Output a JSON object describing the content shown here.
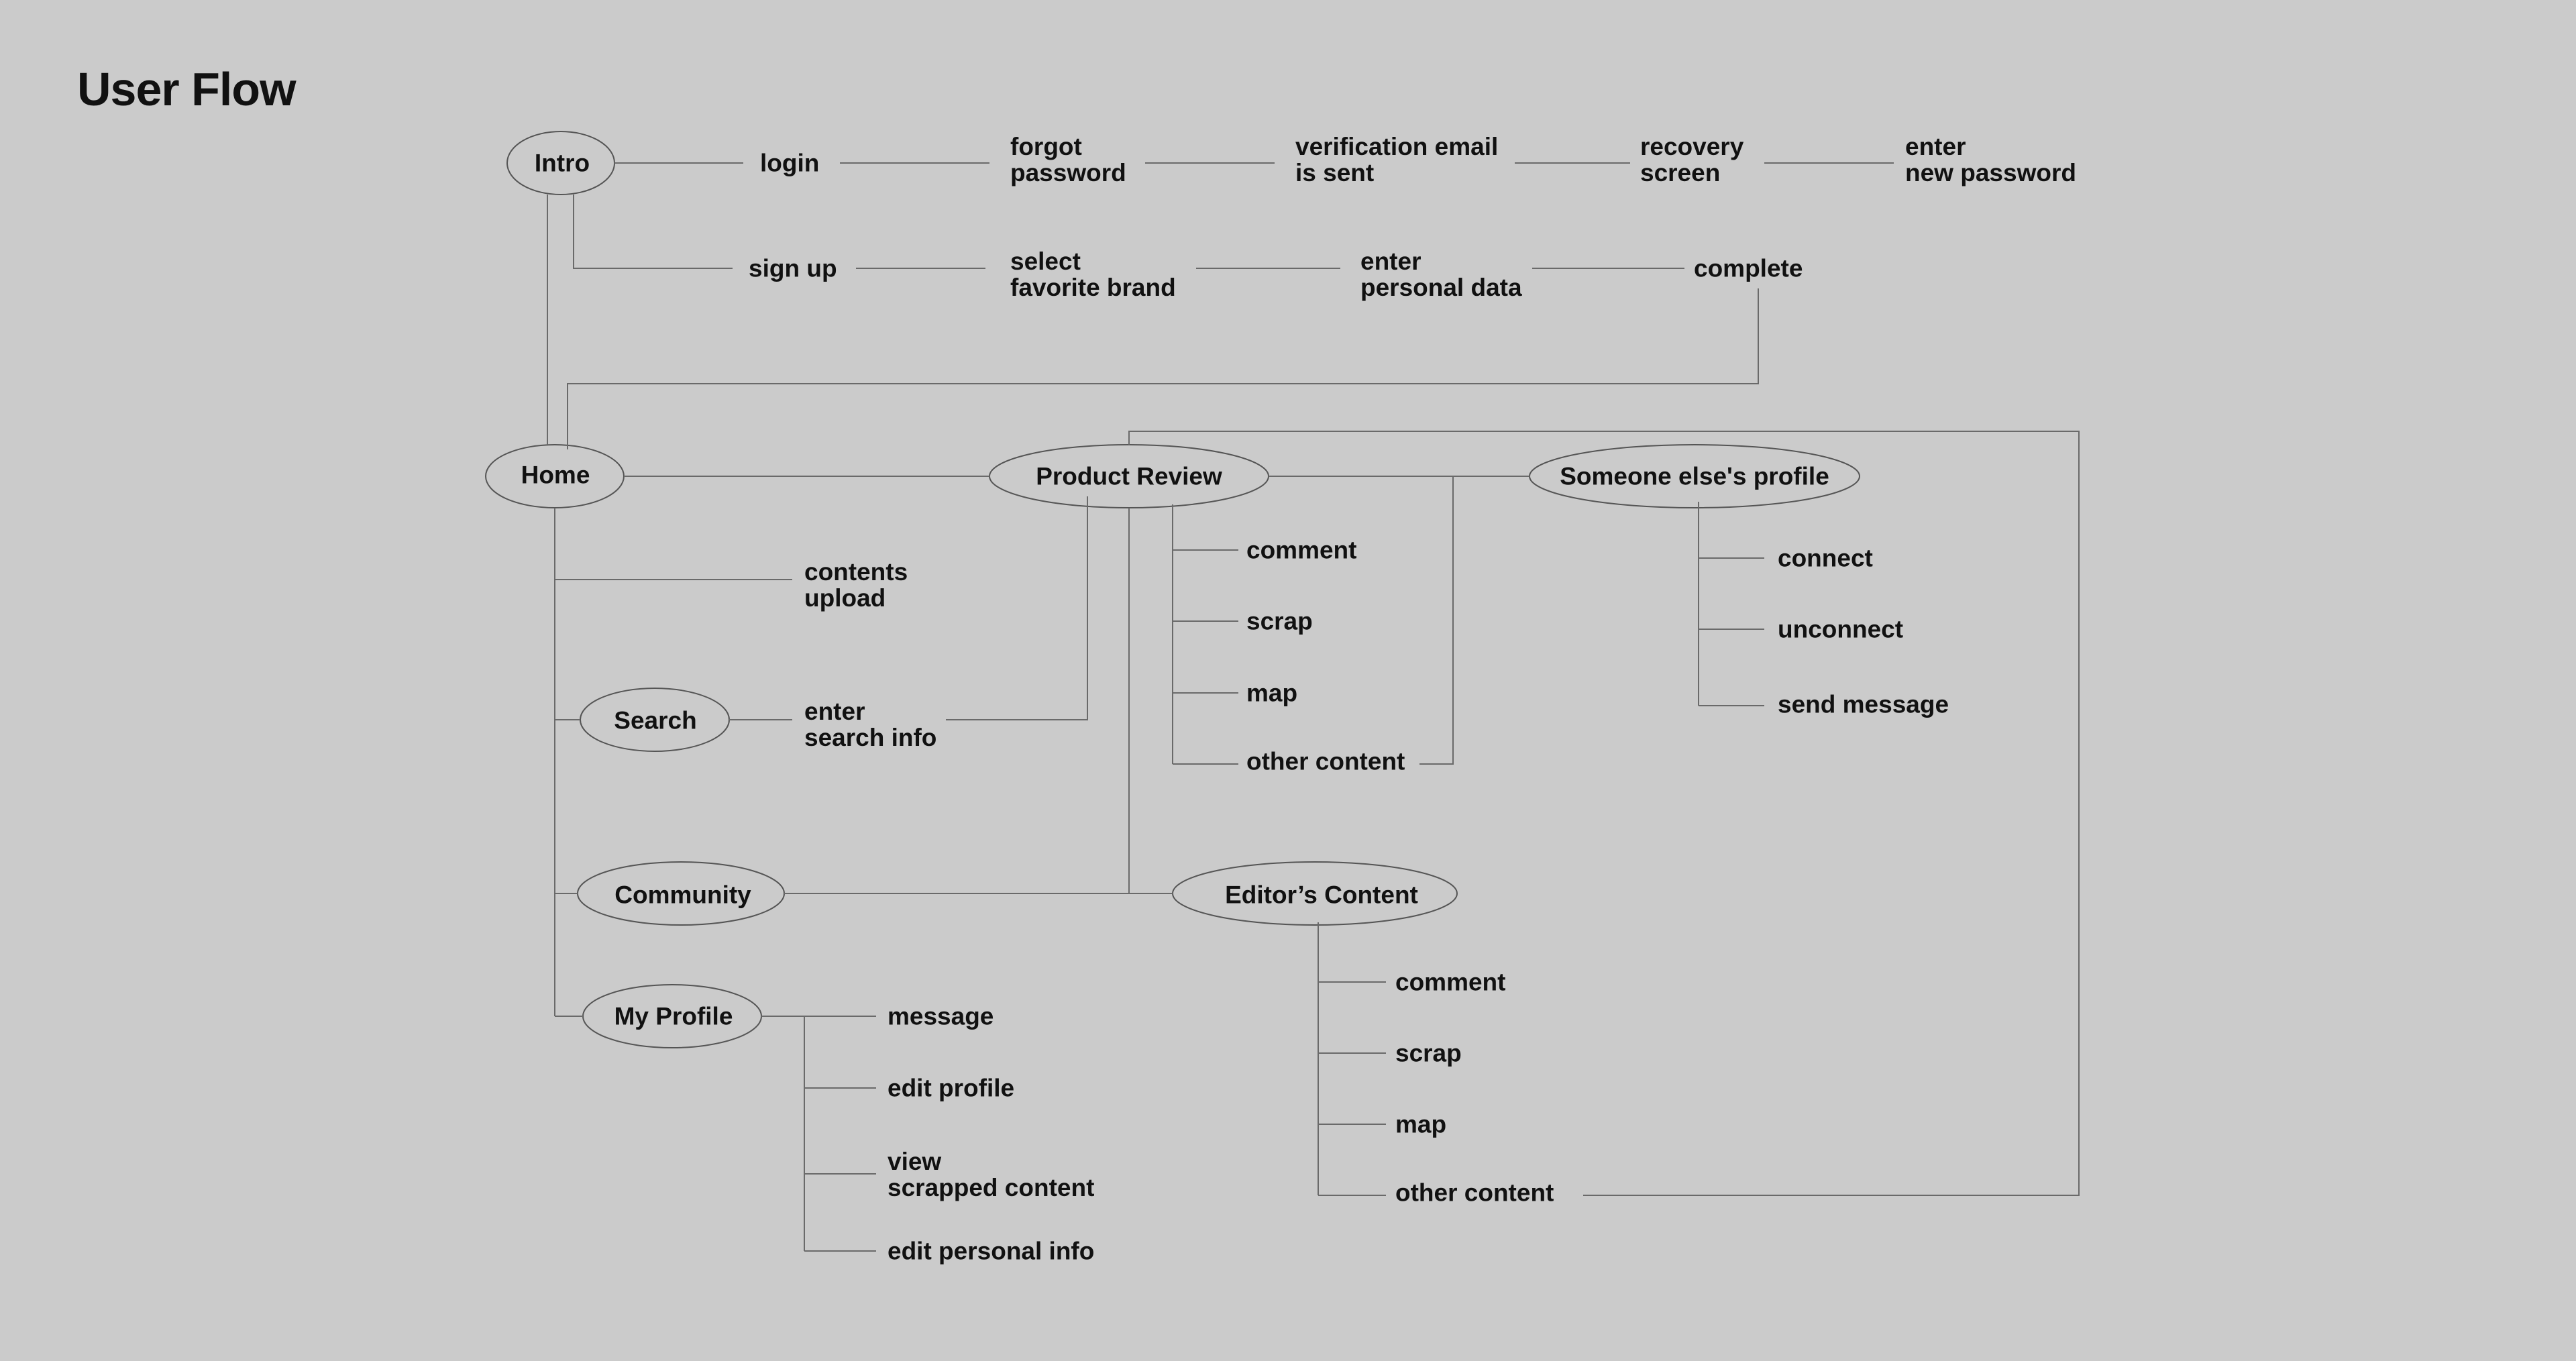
{
  "title": "User Flow",
  "nodes": {
    "intro": "Intro",
    "login": "login",
    "forgot_password": "forgot\npassword",
    "verification_email": "verification email\nis sent",
    "recovery_screen": "recovery\nscreen",
    "enter_new_password": "enter\nnew password",
    "sign_up": "sign up",
    "select_favorite_brand": "select\nfavorite brand",
    "enter_personal_data": "enter\npersonal data",
    "complete": "complete",
    "home": "Home",
    "product_review": "Product Review",
    "someone_profile": "Someone else's profile",
    "contents_upload": "contents\nupload",
    "search": "Search",
    "enter_search_info": "enter\nsearch info",
    "pr_comment": "comment",
    "pr_scrap": "scrap",
    "pr_map": "map",
    "pr_other_content": "other content",
    "connect": "connect",
    "unconnect": "unconnect",
    "send_message": "send message",
    "community": "Community",
    "editors_content": "Editor’s Content",
    "ec_comment": "comment",
    "ec_scrap": "scrap",
    "ec_map": "map",
    "ec_other_content": "other content",
    "my_profile": "My Profile",
    "message": "message",
    "edit_profile": "edit profile",
    "view_scrapped_content": "view\nscrapped content",
    "edit_personal_info": "edit personal info"
  }
}
